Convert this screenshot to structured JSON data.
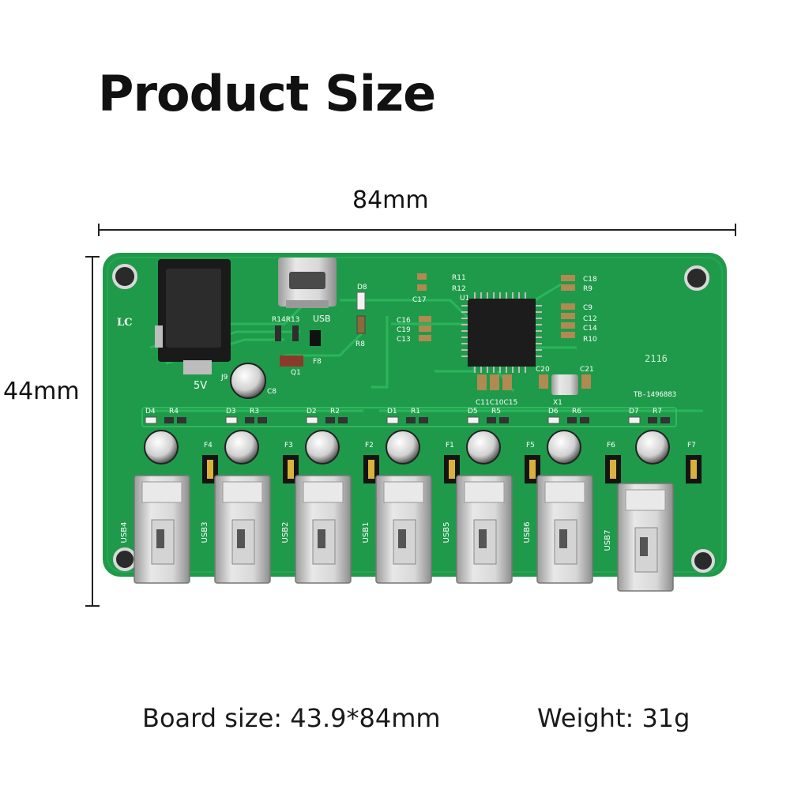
{
  "title": "Product Size",
  "dimensions": {
    "width_label": "84mm",
    "height_label": "44mm"
  },
  "captions": {
    "board_size": "Board size: 43.9*84mm",
    "weight": "Weight: 31g"
  },
  "board": {
    "silkscreen": {
      "logo": "LC",
      "power": "5V",
      "usb": "USB",
      "chip": "U1",
      "crystal": "X1",
      "code": "2116",
      "serial": "TB-1496883",
      "j": "J9",
      "c8": "C8",
      "q1": "Q1",
      "f8": "F8",
      "r14r13": "R14R13",
      "d8": "D8",
      "r8": "R8",
      "c17": "C17",
      "r11": "R11",
      "r12": "R12",
      "c16": "C16",
      "c19": "C19",
      "c13": "C13",
      "c18": "C18",
      "r9": "R9",
      "c9": "C9",
      "c12": "C12",
      "c14": "C14",
      "r10": "R10",
      "c20": "C20",
      "c21": "C21",
      "c11c10c15": "C11C10C15"
    },
    "leds": [
      {
        "d": "D4",
        "r": "R4"
      },
      {
        "d": "D3",
        "r": "R3"
      },
      {
        "d": "D2",
        "r": "R2"
      },
      {
        "d": "D1",
        "r": "R1"
      },
      {
        "d": "D5",
        "r": "R5"
      },
      {
        "d": "D6",
        "r": "R6"
      },
      {
        "d": "D7",
        "r": "R7"
      }
    ],
    "fuses": [
      "F4",
      "F3",
      "F2",
      "F1",
      "F5",
      "F6",
      "F7"
    ],
    "ports": [
      "USB4",
      "USB3",
      "USB2",
      "USB1",
      "USB5",
      "USB6",
      "USB7"
    ]
  },
  "colors": {
    "pcb": "#1f9a4a",
    "pcb_dark": "#17803c",
    "trace": "#2db35a",
    "silk": "#ffffff",
    "metal": "#cfcfcf"
  }
}
